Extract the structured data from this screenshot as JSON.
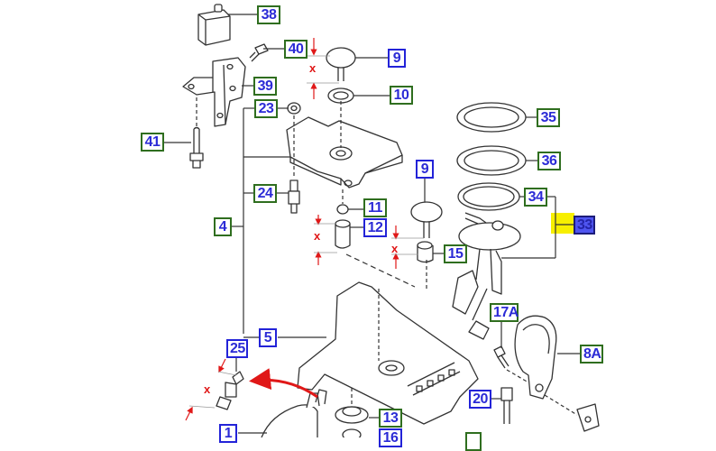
{
  "diagram": {
    "type": "exploded parts diagram",
    "dimension_marker": "x",
    "colors": {
      "callout_border_green": "#2f6e1f",
      "callout_border_blue": "#2323d8",
      "callout_text": "#2b2bd6",
      "selected_fill": "#4f55f0",
      "highlight": "#f7ef00",
      "dimension_red": "#e01818",
      "line": "#333333"
    },
    "callouts": [
      {
        "id": "38",
        "label": "38",
        "style": "green"
      },
      {
        "id": "40",
        "label": "40",
        "style": "green"
      },
      {
        "id": "9a",
        "label": "9",
        "style": "blue"
      },
      {
        "id": "39",
        "label": "39",
        "style": "green"
      },
      {
        "id": "10",
        "label": "10",
        "style": "green"
      },
      {
        "id": "23",
        "label": "23",
        "style": "green"
      },
      {
        "id": "35",
        "label": "35",
        "style": "green"
      },
      {
        "id": "41",
        "label": "41",
        "style": "green"
      },
      {
        "id": "36",
        "label": "36",
        "style": "green"
      },
      {
        "id": "9b",
        "label": "9",
        "style": "blue"
      },
      {
        "id": "24",
        "label": "24",
        "style": "green"
      },
      {
        "id": "34",
        "label": "34",
        "style": "green"
      },
      {
        "id": "11",
        "label": "11",
        "style": "green"
      },
      {
        "id": "4",
        "label": "4",
        "style": "green"
      },
      {
        "id": "12",
        "label": "12",
        "style": "blue"
      },
      {
        "id": "33",
        "label": "33",
        "style": "selected"
      },
      {
        "id": "15",
        "label": "15",
        "style": "green"
      },
      {
        "id": "17A",
        "label": "17A",
        "style": "green"
      },
      {
        "id": "5",
        "label": "5",
        "style": "blue"
      },
      {
        "id": "25",
        "label": "25",
        "style": "blue"
      },
      {
        "id": "8A",
        "label": "8A",
        "style": "green"
      },
      {
        "id": "20",
        "label": "20",
        "style": "blue"
      },
      {
        "id": "13",
        "label": "13",
        "style": "green"
      },
      {
        "id": "1",
        "label": "1",
        "style": "blue"
      },
      {
        "id": "16",
        "label": "16",
        "style": "blue"
      },
      {
        "id": "partial",
        "label": "",
        "style": "green"
      }
    ]
  }
}
